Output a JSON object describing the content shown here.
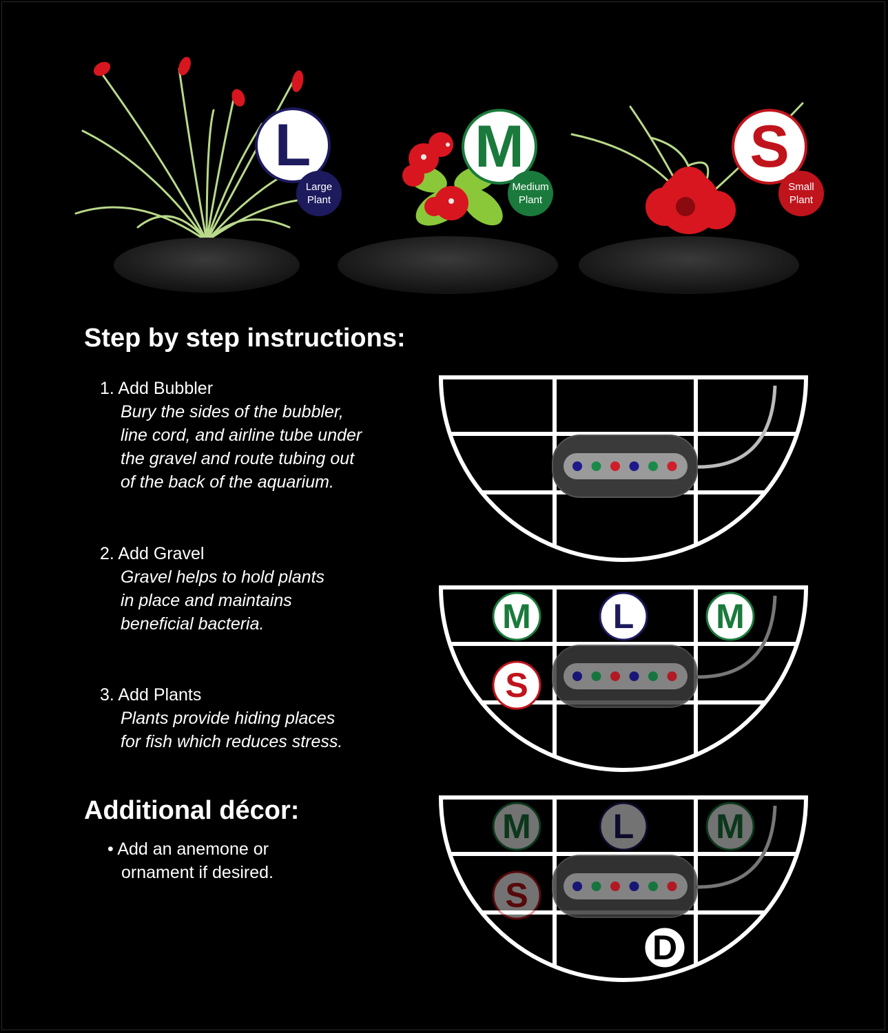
{
  "plants": [
    {
      "letter": "L",
      "label_line1": "Large",
      "label_line2": "Plant",
      "color": "#1d1a5e"
    },
    {
      "letter": "M",
      "label_line1": "Medium",
      "label_line2": "Plant",
      "color": "#1a7a3c"
    },
    {
      "letter": "S",
      "label_line1": "Small",
      "label_line2": "Plant",
      "color": "#c0141c"
    }
  ],
  "instructions": {
    "heading": "Step by step instructions:",
    "steps": [
      {
        "title": "1. Add Bubbler",
        "desc": [
          "Bury the sides of the bubbler,",
          "line cord, and airline tube under",
          "the gravel and route tubing out",
          "of the back of the aquarium."
        ]
      },
      {
        "title": "2. Add Gravel",
        "desc": [
          "Gravel helps to hold plants",
          "in place and maintains",
          "beneficial bacteria."
        ]
      },
      {
        "title": "3. Add Plants",
        "desc": [
          "Plants provide hiding places",
          "for fish which reduces stress."
        ]
      }
    ]
  },
  "decor": {
    "heading": "Additional décor:",
    "line1": "• Add an anemone or",
    "line2": "ornament if desired."
  },
  "diagram": {
    "badges": {
      "large": "L",
      "medium": "M",
      "small": "S",
      "decor": "D"
    },
    "led_colors": [
      "#1d1a8a",
      "#1a8a4a",
      "#d01e2a",
      "#1d1a8a",
      "#1a8a4a",
      "#d01e2a"
    ]
  },
  "colors": {
    "background": "#000000",
    "large": "#1d1a5e",
    "medium": "#1a7a3c",
    "small": "#c0141c"
  }
}
